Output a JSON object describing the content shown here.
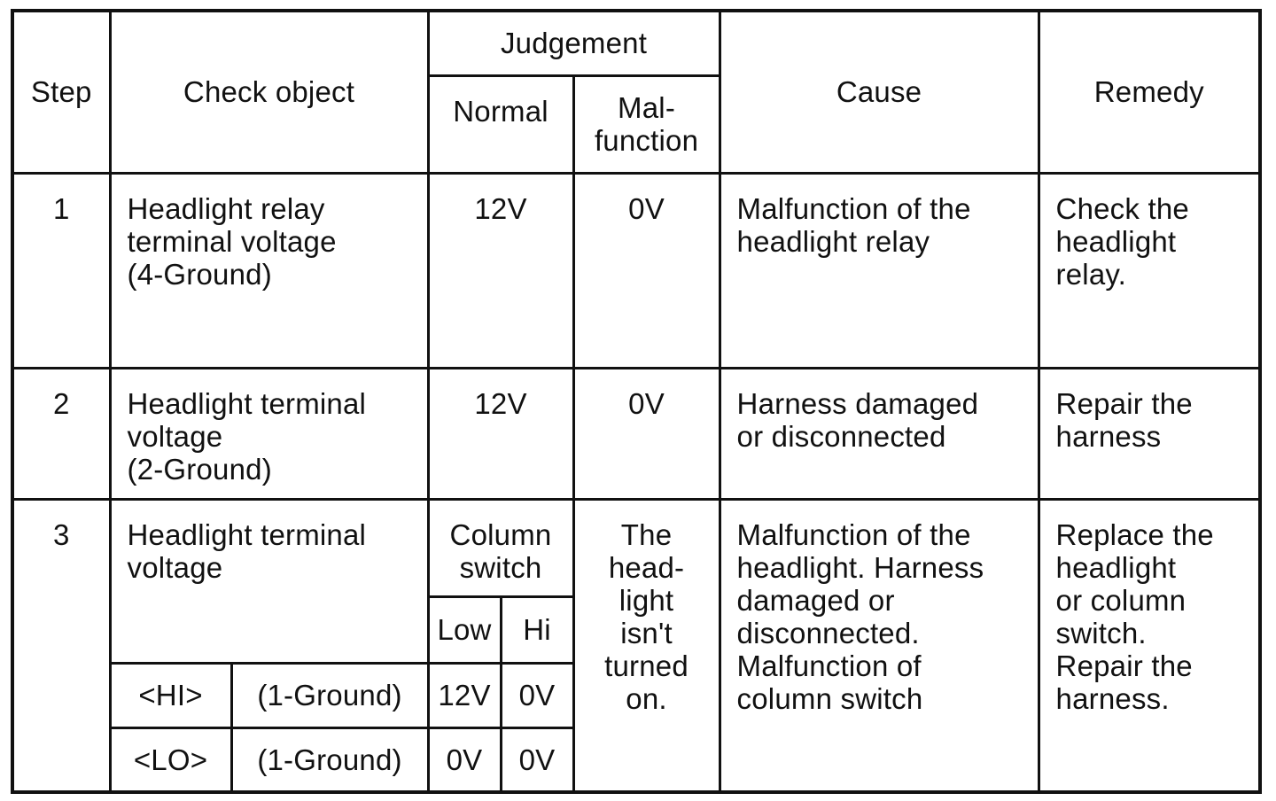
{
  "headers": {
    "step": "Step",
    "check_object": "Check  object",
    "judgement": "Judgement",
    "normal": "Normal",
    "malfunction": "Mal-\nfunction",
    "cause": "Cause",
    "remedy": "Remedy"
  },
  "rows": [
    {
      "step": "1",
      "check_object": "Headlight relay\nterminal voltage\n(4-Ground)",
      "normal": "12V",
      "malfunction": "0V",
      "cause": "Malfunction of the\nheadlight relay",
      "remedy": "Check the\nheadlight\nrelay."
    },
    {
      "step": "2",
      "check_object": "Headlight terminal\nvoltage\n(2-Ground)",
      "normal": "12V",
      "malfunction": "0V",
      "cause": "Harness damaged\nor disconnected",
      "remedy": "Repair the\nharness"
    },
    {
      "step": "3",
      "check_object": "Headlight terminal\nvoltage",
      "column_switch": "Column\nswitch",
      "low": "Low",
      "hi": "Hi",
      "malfunction": "The\nhead-\nlight\nisn't\nturned\non.",
      "cause": "Malfunction of the\nheadlight. Harness\ndamaged or\ndisconnected.\nMalfunction of\ncolumn switch",
      "remedy": "Replace the\nheadlight\nor column\nswitch.\nRepair the\nharness.",
      "sub_rows": [
        {
          "beam": "<HI>",
          "terminal": "(1-Ground)",
          "low": "12V",
          "hi": "0V"
        },
        {
          "beam": "<LO>",
          "terminal": "(1-Ground)",
          "low": "0V",
          "hi": "0V"
        }
      ]
    }
  ]
}
